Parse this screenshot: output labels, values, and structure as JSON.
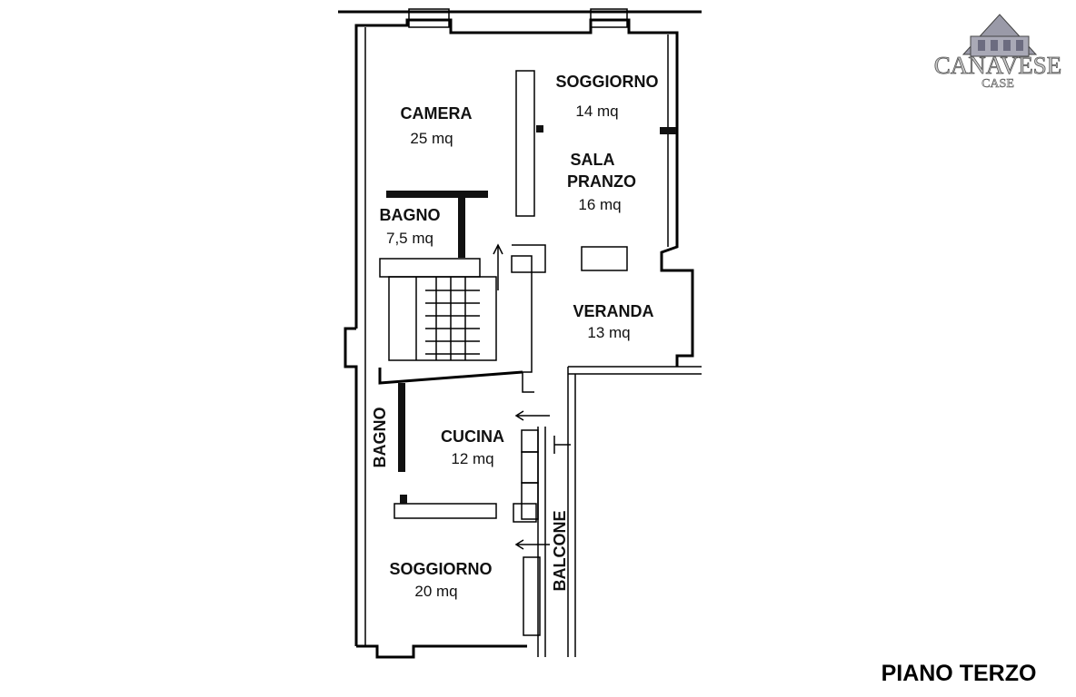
{
  "logo": {
    "name": "CANAVESE",
    "sub": "CASE"
  },
  "rooms": {
    "camera": {
      "name": "CAMERA",
      "area": "25 mq"
    },
    "soggiorno_top": {
      "name": "SOGGIORNO",
      "area": "14 mq"
    },
    "sala_pranzo": {
      "name_line1": "SALA",
      "name_line2": "PRANZO",
      "area": "16 mq"
    },
    "bagno_top": {
      "name": "BAGNO",
      "area": "7,5 mq"
    },
    "veranda": {
      "name": "VERANDA",
      "area": "13 mq"
    },
    "bagno_bottom": {
      "name": "BAGNO"
    },
    "cucina": {
      "name": "CUCINA",
      "area": "12 mq"
    },
    "soggiorno_bottom": {
      "name": "SOGGIORNO",
      "area": "20 mq"
    },
    "balcone": {
      "name": "BALCONE"
    }
  },
  "floor_label": "PIANO TERZO"
}
